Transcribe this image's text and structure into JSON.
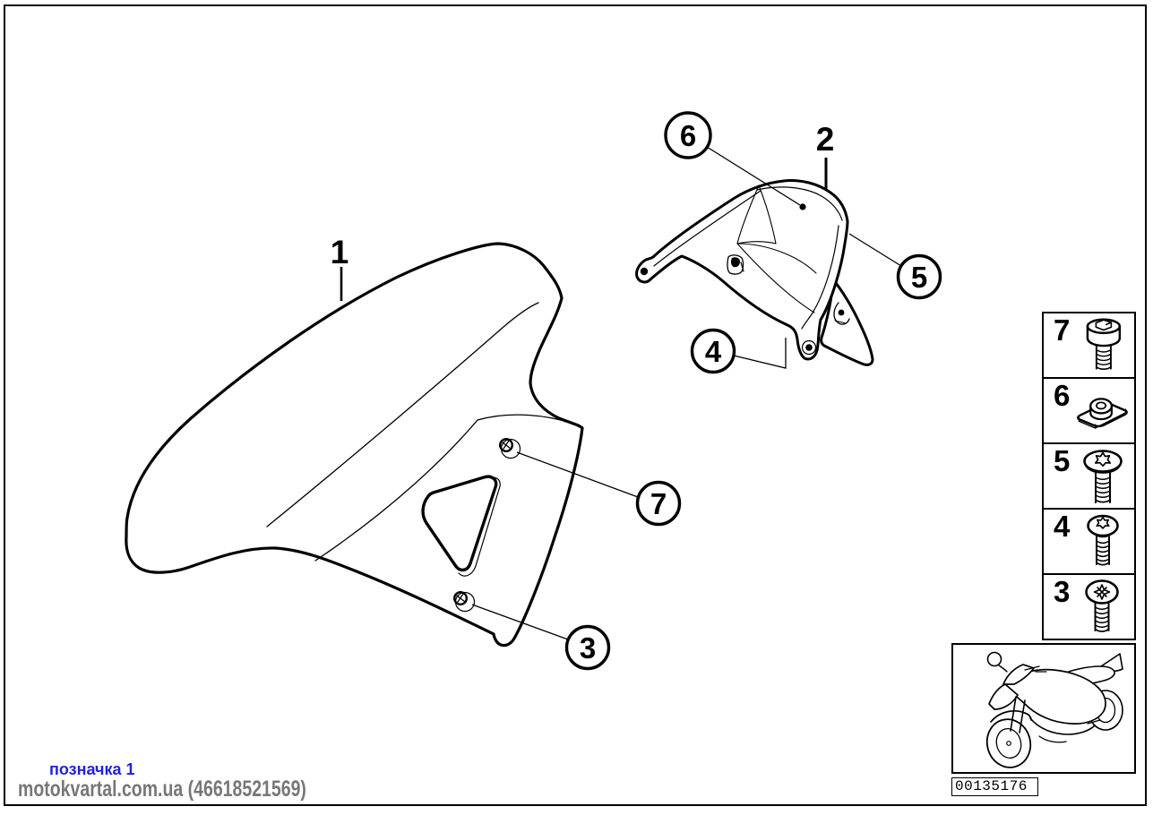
{
  "diagram": {
    "kind": "motorcycle-front-fender-exploded-parts-diagram"
  },
  "callouts": {
    "c1": "1",
    "c2": "2",
    "c3": "3",
    "c4": "4",
    "c5": "5",
    "c6": "6",
    "c7": "7"
  },
  "legend": {
    "items": [
      {
        "number": "7",
        "icon": "socket-head-cap-screw-icon"
      },
      {
        "number": "6",
        "icon": "clip-nut-icon"
      },
      {
        "number": "5",
        "icon": "torx-flange-screw-icon"
      },
      {
        "number": "4",
        "icon": "torx-button-head-screw-icon"
      },
      {
        "number": "3",
        "icon": "phillips-pan-head-screw-icon"
      }
    ]
  },
  "thumbnail": {
    "image": "sportbike-line-drawing",
    "code": "00135176"
  },
  "watermark": {
    "line1": "позначка 1",
    "line1_color": "#2222dd",
    "line2": "motokvartal.com.ua (46618521569)",
    "line2_color": "#777777"
  },
  "colors": {
    "ink": "#000000",
    "background": "#ffffff"
  }
}
